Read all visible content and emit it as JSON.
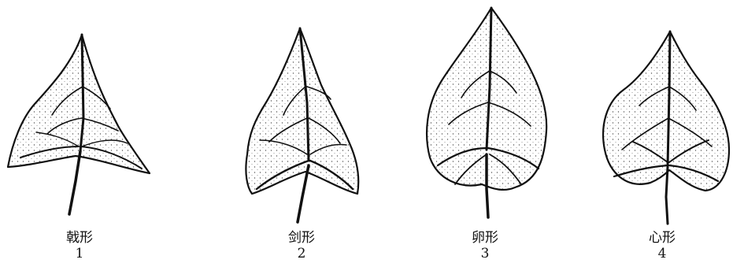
{
  "leaves": [
    {
      "name": "戟形",
      "number": "1"
    },
    {
      "name": "剑形",
      "number": "2"
    },
    {
      "name": "卵形",
      "number": "3"
    },
    {
      "name": "心形",
      "number": "4"
    }
  ],
  "colors": {
    "line": "#111111",
    "background": "#ffffff"
  }
}
